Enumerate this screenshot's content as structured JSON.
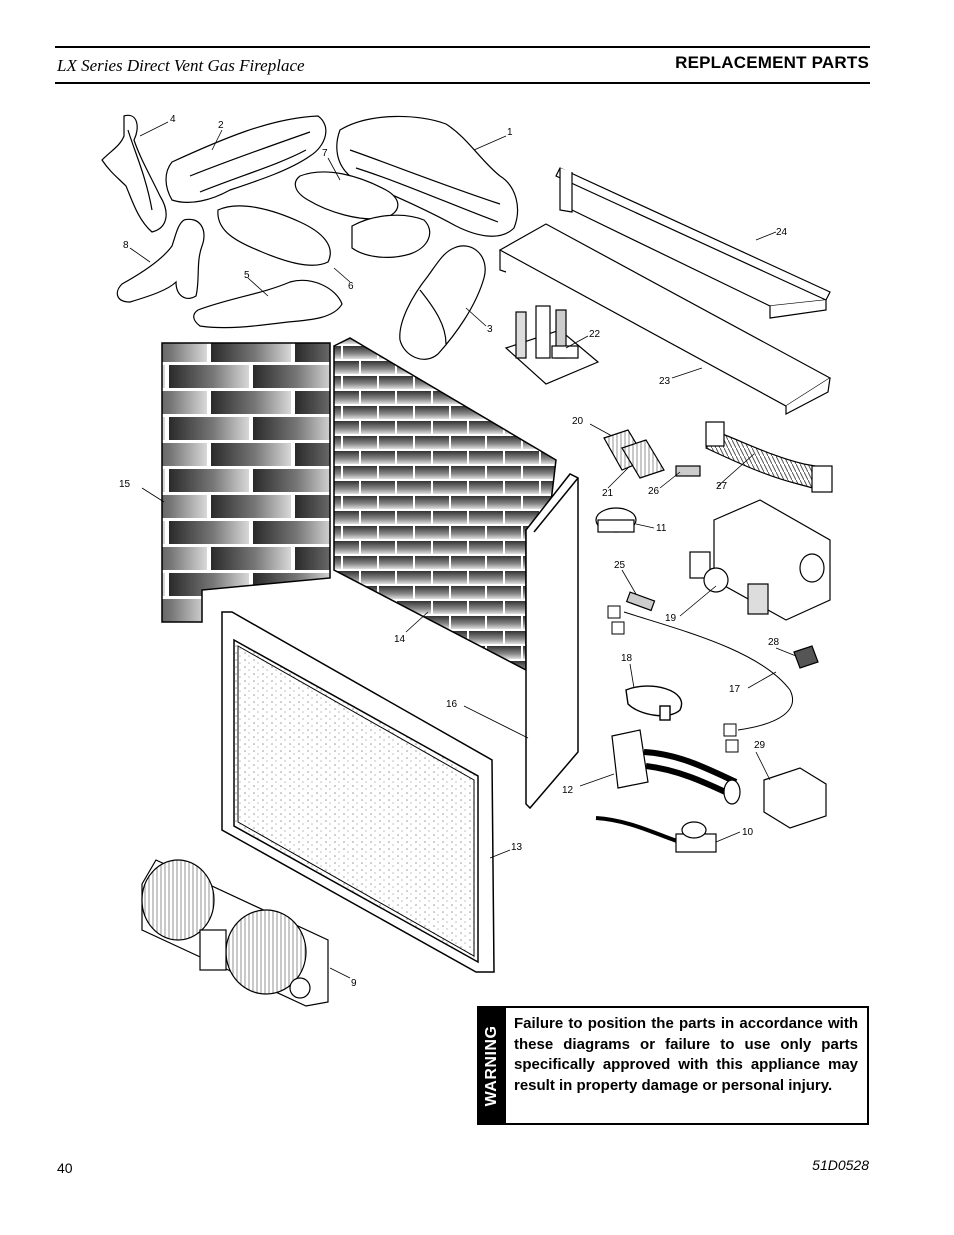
{
  "header": {
    "title": "LX Series Direct Vent Gas Fireplace",
    "section": "REPLACEMENT PARTS"
  },
  "callouts": [
    "1",
    "2",
    "3",
    "4",
    "5",
    "6",
    "7",
    "8",
    "9",
    "10",
    "11",
    "12",
    "13",
    "14",
    "15",
    "16",
    "17",
    "18",
    "19",
    "20",
    "21",
    "22",
    "23",
    "24",
    "25",
    "26",
    "27",
    "28",
    "29"
  ],
  "warning": {
    "label": "WARNING",
    "text": "Failure to position the parts in accordance with these diagrams or failure to use only parts specifically approved with this appliance may result in property damage or personal injury."
  },
  "footer": {
    "page_number": "40",
    "document_number": "51D0528"
  }
}
